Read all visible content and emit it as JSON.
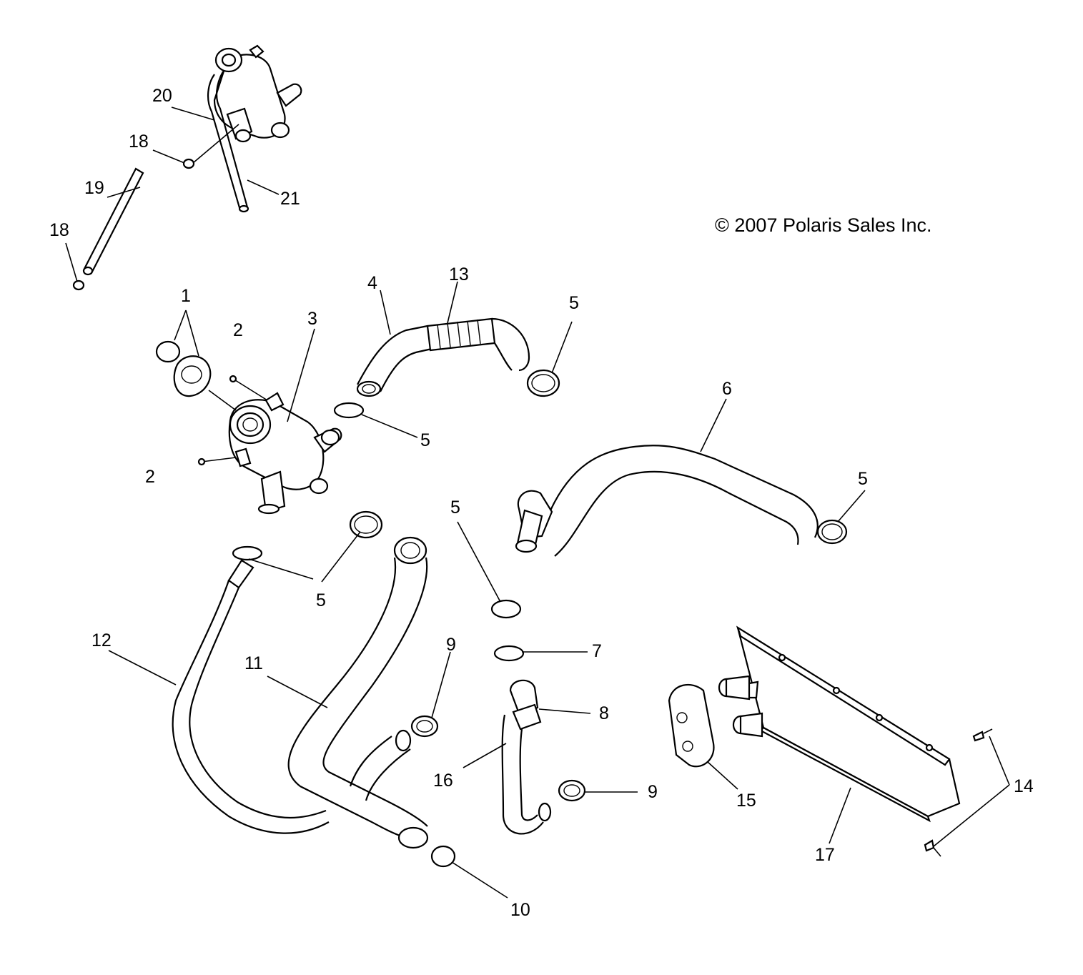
{
  "diagram": {
    "copyright": "© 2007 Polaris Sales Inc.",
    "callouts": {
      "c1": "1",
      "c2a": "2",
      "c2b": "2",
      "c3": "3",
      "c4": "4",
      "c5a": "5",
      "c5b": "5",
      "c5c": "5",
      "c5d": "5",
      "c5e": "5",
      "c6": "6",
      "c7": "7",
      "c8": "8",
      "c9a": "9",
      "c9b": "9",
      "c10": "10",
      "c11": "11",
      "c12": "12",
      "c13": "13",
      "c14": "14",
      "c15": "15",
      "c16": "16",
      "c17": "17",
      "c18a": "18",
      "c18b": "18",
      "c19": "19",
      "c20": "20",
      "c21": "21"
    }
  }
}
